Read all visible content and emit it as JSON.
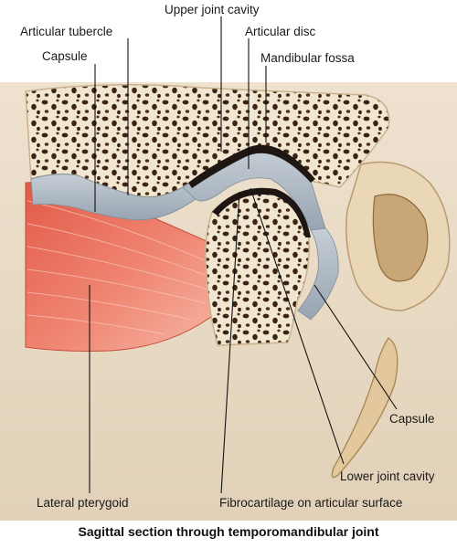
{
  "labels": {
    "upper_joint_cavity": "Upper joint cavity",
    "articular_tubercle": "Articular tubercle",
    "articular_disc": "Articular disc",
    "capsule_left": "Capsule",
    "mandibular_fossa": "Mandibular fossa",
    "capsule_right": "Capsule",
    "lower_joint_cavity": "Lower joint cavity",
    "lateral_pterygoid": "Lateral pterygoid",
    "fibrocartilage": "Fibrocartilage on articular surface"
  },
  "caption": "Sagittal section through temporomandibular joint",
  "colors": {
    "background": "#e8d9c4",
    "bone": "#f1e6cf",
    "bone_pore": "#3a2314",
    "muscle": "#e8705c",
    "muscle_light": "#f4a898",
    "cartilage": "#aab6c2",
    "cavity": "#1e1612",
    "leader": "#111111"
  }
}
